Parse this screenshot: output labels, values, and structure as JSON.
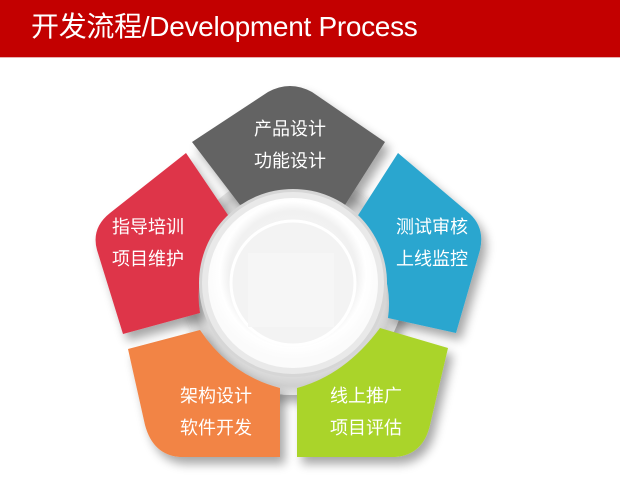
{
  "header": {
    "title": "开发流程/Development Process",
    "background": "#c30000"
  },
  "diagram": {
    "type": "cycle-pentagon",
    "center": {
      "content": "",
      "fill": "#f4f4f4"
    },
    "segments": [
      {
        "id": "product",
        "position": "top",
        "color": "#646464",
        "line1": "产品设计",
        "line2": "功能设计"
      },
      {
        "id": "testing",
        "position": "right",
        "color": "#2ba6cf",
        "line1": "测试审核",
        "line2": "上线监控"
      },
      {
        "id": "promotion",
        "position": "bottom-right",
        "color": "#aad42a",
        "line1": "线上推广",
        "line2": "项目评估"
      },
      {
        "id": "architecture",
        "position": "bottom-left",
        "color": "#f28444",
        "line1": "架构设计",
        "line2": "软件开发"
      },
      {
        "id": "training",
        "position": "left",
        "color": "#de3449",
        "line1": "指导培训",
        "line2": "项目维护"
      }
    ]
  }
}
